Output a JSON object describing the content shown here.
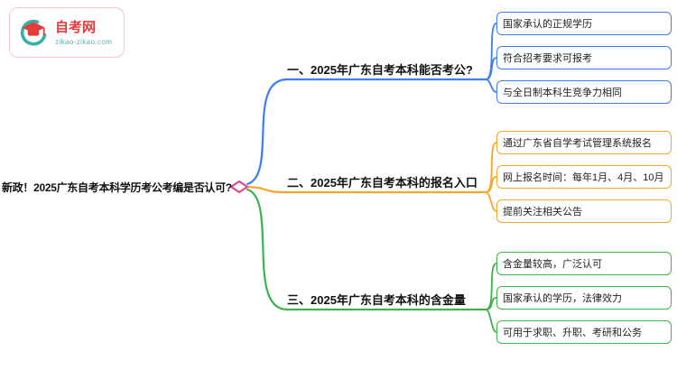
{
  "logo": {
    "title": "自考网",
    "subtitle": "zikao-zikao.com",
    "brand_color": "#e23c3c",
    "accent_color": "#2fb3ab"
  },
  "root": {
    "label": "新政！2025广东自考本科学历考公考编是否认可?",
    "diamond_color": "#e0418b"
  },
  "branches": [
    {
      "label": "一、2025年广东自考本科能否考公?",
      "color": "#3d7ef0",
      "leaves": [
        "国家承认的正规学历",
        "符合招考要求可报考",
        "与全日制本科生竞争力相同"
      ]
    },
    {
      "label": "二、2025年广东自考本科的报名入口",
      "color": "#f7a62c",
      "leaves": [
        "通过广东省自学考试管理系统报名",
        "网上报名时间：每年1月、4月、10月",
        "提前关注相关公告"
      ]
    },
    {
      "label": "三、2025年广东自考本科的含金量",
      "color": "#3cb449",
      "leaves": [
        "含金量较高，广泛认可",
        "国家承认的学历，法律效力",
        "可用于求职、升职、考研和公务"
      ]
    }
  ]
}
